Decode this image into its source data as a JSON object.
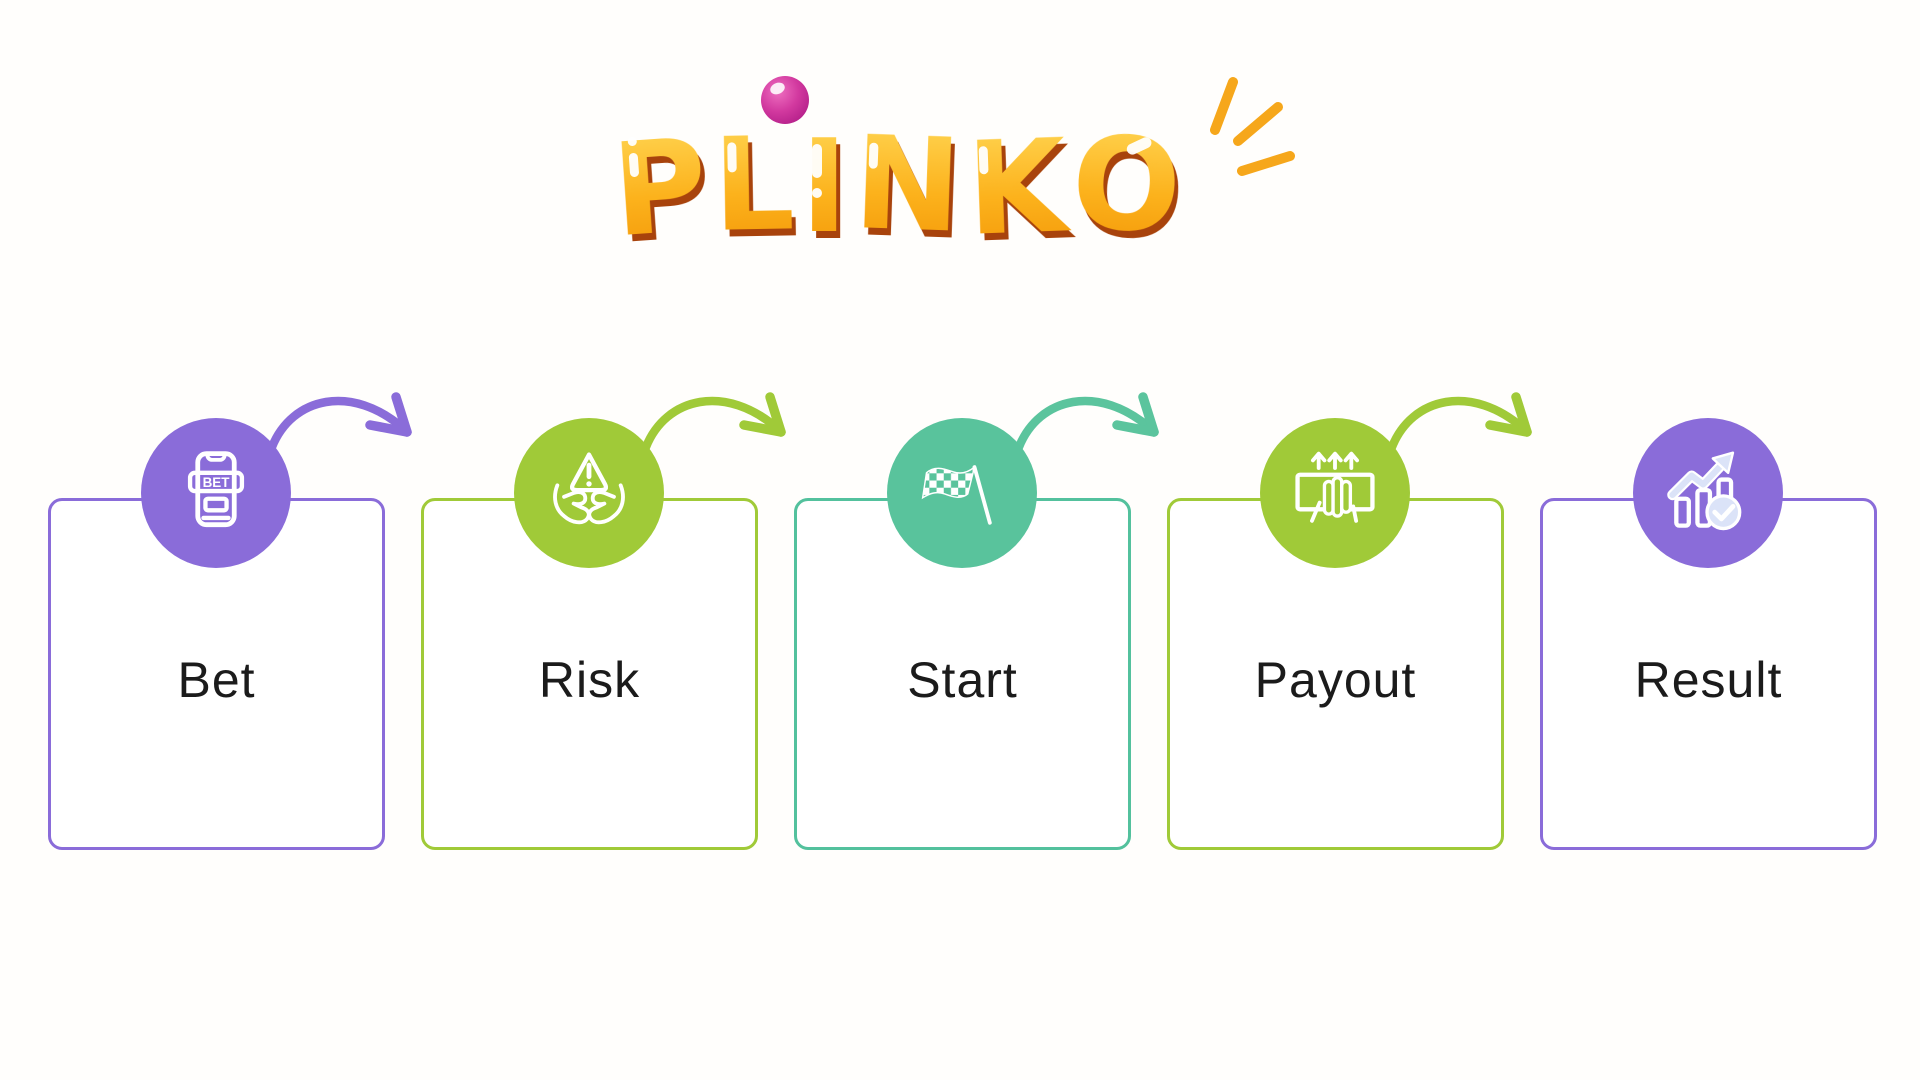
{
  "page": {
    "background_color": "#fffefc"
  },
  "logo": {
    "title": "PLINKO",
    "letters": [
      "P",
      "L",
      "I",
      "N",
      "K",
      "O"
    ],
    "ball_color": "#c6309e",
    "gradient_top": "#ffd34f",
    "gradient_bottom": "#f39707",
    "shadow_color": "#a8430c",
    "sparkle_color": "#f6a71b"
  },
  "steps": [
    {
      "label": "Bet",
      "icon": "phone-bet-icon",
      "icon_text": "BET",
      "accent_color": "#8a6cd9"
    },
    {
      "label": "Risk",
      "icon": "hands-warning-icon",
      "accent_color": "#a0ca38"
    },
    {
      "label": "Start",
      "icon": "checkered-flag-icon",
      "accent_color": "#53c19d"
    },
    {
      "label": "Payout",
      "icon": "cash-payout-icon",
      "accent_color": "#a0ca38"
    },
    {
      "label": "Result",
      "icon": "chart-result-icon",
      "accent_color": "#8a6cd9"
    }
  ],
  "arrows": [
    {
      "from": "Bet",
      "to": "Risk",
      "color": "#8a6cd9"
    },
    {
      "from": "Risk",
      "to": "Start",
      "color": "#a0ca38"
    },
    {
      "from": "Start",
      "to": "Payout",
      "color": "#5bc49d"
    },
    {
      "from": "Payout",
      "to": "Result",
      "color": "#a0ca38"
    }
  ]
}
